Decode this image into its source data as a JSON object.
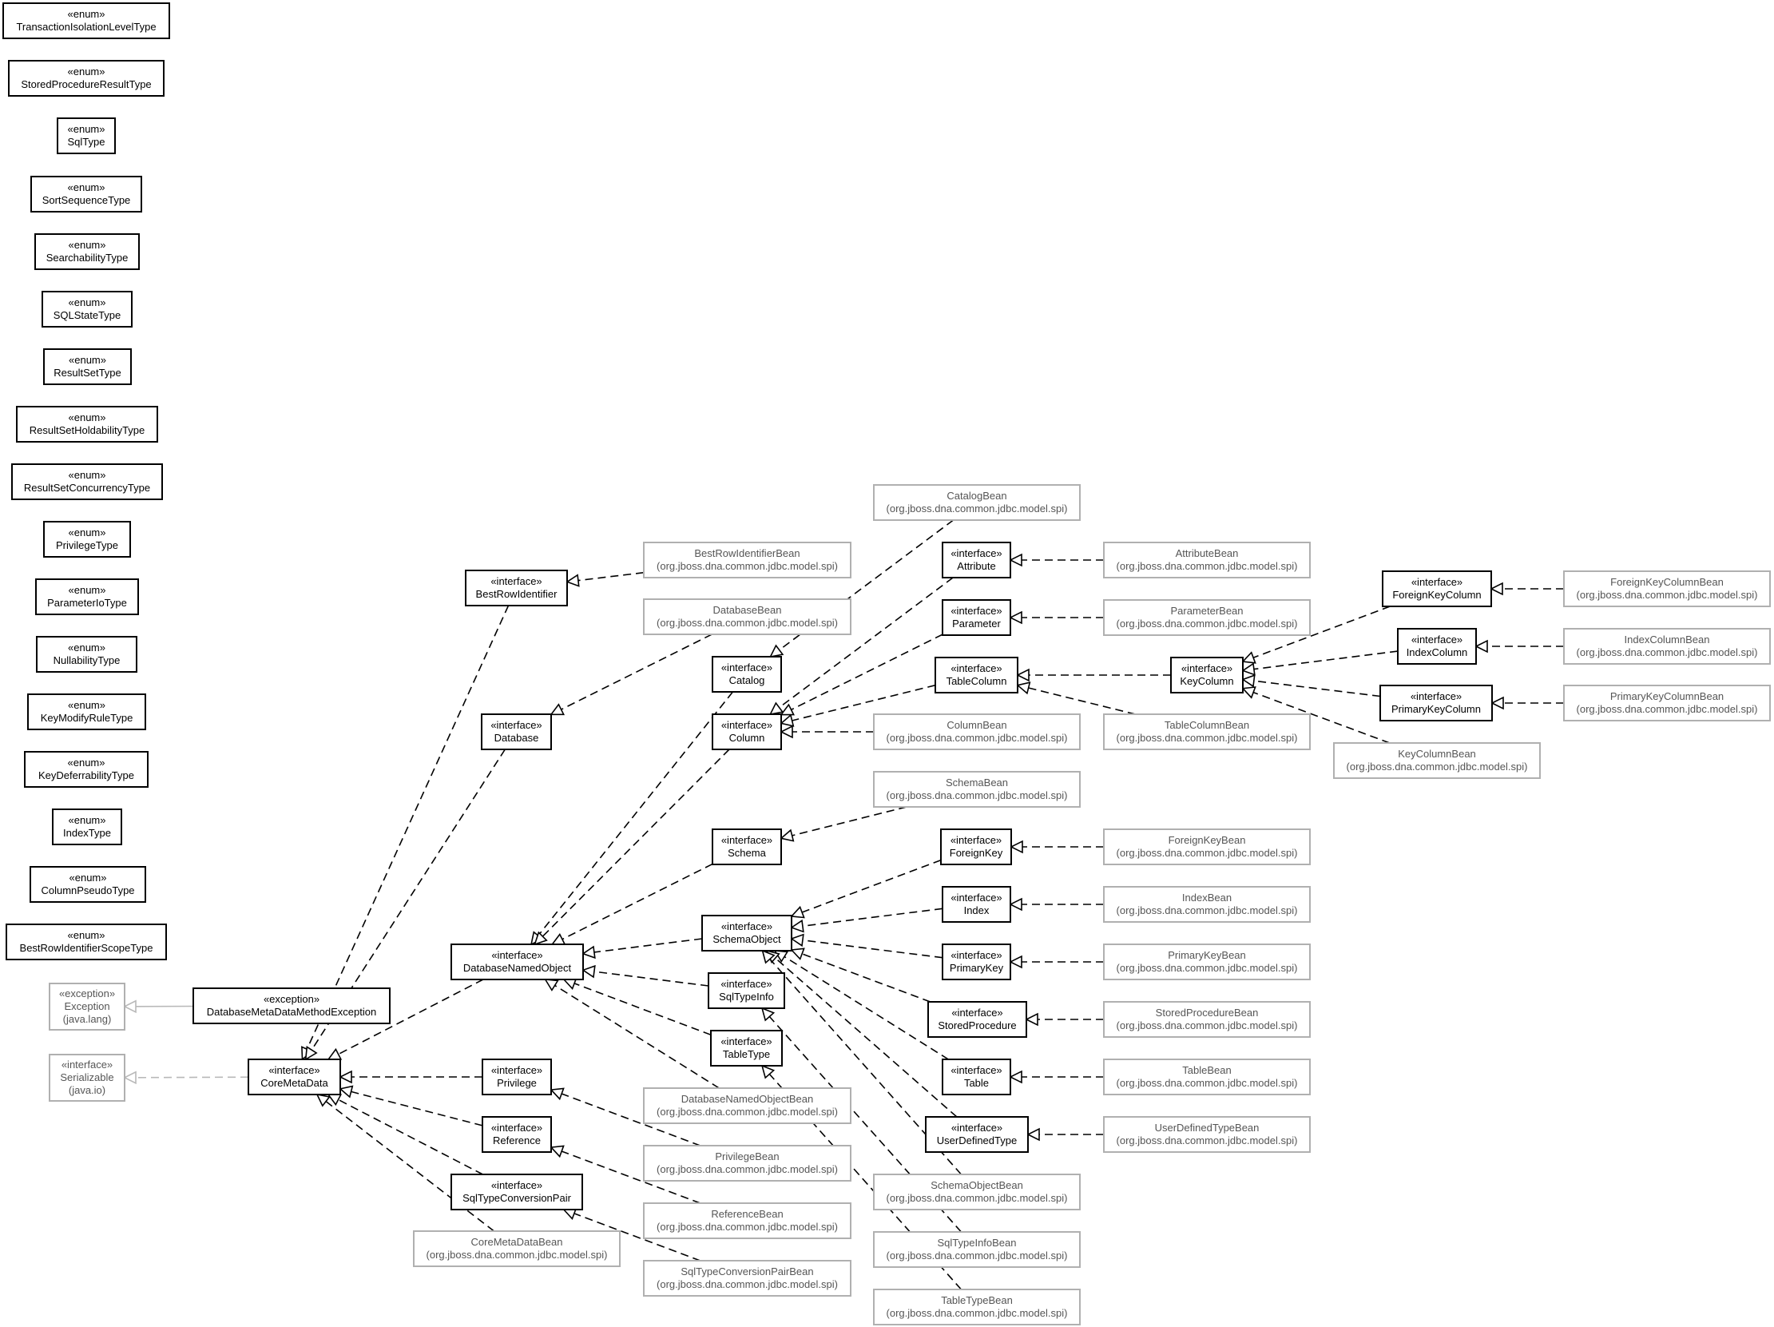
{
  "diagram": {
    "nodes": [
      {
        "id": "TransactionIsolationLevelType",
        "lines": [
          "«enum»",
          "TransactionIsolationLevelType"
        ],
        "style": "solid"
      },
      {
        "id": "StoredProcedureResultType",
        "lines": [
          "«enum»",
          "StoredProcedureResultType"
        ],
        "style": "solid"
      },
      {
        "id": "SqlType",
        "lines": [
          "«enum»",
          "SqlType"
        ],
        "style": "solid"
      },
      {
        "id": "SortSequenceType",
        "lines": [
          "«enum»",
          "SortSequenceType"
        ],
        "style": "solid"
      },
      {
        "id": "SearchabilityType",
        "lines": [
          "«enum»",
          "SearchabilityType"
        ],
        "style": "solid"
      },
      {
        "id": "SQLStateType",
        "lines": [
          "«enum»",
          "SQLStateType"
        ],
        "style": "solid"
      },
      {
        "id": "ResultSetType",
        "lines": [
          "«enum»",
          "ResultSetType"
        ],
        "style": "solid"
      },
      {
        "id": "ResultSetHoldabilityType",
        "lines": [
          "«enum»",
          "ResultSetHoldabilityType"
        ],
        "style": "solid"
      },
      {
        "id": "ResultSetConcurrencyType",
        "lines": [
          "«enum»",
          "ResultSetConcurrencyType"
        ],
        "style": "solid"
      },
      {
        "id": "PrivilegeType",
        "lines": [
          "«enum»",
          "PrivilegeType"
        ],
        "style": "solid"
      },
      {
        "id": "ParameterIoType",
        "lines": [
          "«enum»",
          "ParameterIoType"
        ],
        "style": "solid"
      },
      {
        "id": "NullabilityType",
        "lines": [
          "«enum»",
          "NullabilityType"
        ],
        "style": "solid"
      },
      {
        "id": "KeyModifyRuleType",
        "lines": [
          "«enum»",
          "KeyModifyRuleType"
        ],
        "style": "solid"
      },
      {
        "id": "KeyDeferrabilityType",
        "lines": [
          "«enum»",
          "KeyDeferrabilityType"
        ],
        "style": "solid"
      },
      {
        "id": "IndexType",
        "lines": [
          "«enum»",
          "IndexType"
        ],
        "style": "solid"
      },
      {
        "id": "ColumnPseudoType",
        "lines": [
          "«enum»",
          "ColumnPseudoType"
        ],
        "style": "solid"
      },
      {
        "id": "BestRowIdentifierScopeType",
        "lines": [
          "«enum»",
          "BestRowIdentifierScopeType"
        ],
        "style": "solid"
      },
      {
        "id": "Exception",
        "lines": [
          "«exception»",
          "Exception",
          "(java.lang)"
        ],
        "style": "external"
      },
      {
        "id": "DatabaseMetaDataMethodException",
        "lines": [
          "«exception»",
          "DatabaseMetaDataMethodException"
        ],
        "style": "solid"
      },
      {
        "id": "Serializable",
        "lines": [
          "«interface»",
          "Serializable",
          "(java.io)"
        ],
        "style": "external"
      },
      {
        "id": "CoreMetaData",
        "lines": [
          "«interface»",
          "CoreMetaData"
        ],
        "style": "solid"
      },
      {
        "id": "CoreMetaDataBean",
        "lines": [
          "CoreMetaDataBean",
          "(org.jboss.dna.common.jdbc.model.spi)"
        ],
        "style": "external"
      },
      {
        "id": "BestRowIdentifier",
        "lines": [
          "«interface»",
          "BestRowIdentifier"
        ],
        "style": "solid"
      },
      {
        "id": "Database",
        "lines": [
          "«interface»",
          "Database"
        ],
        "style": "solid"
      },
      {
        "id": "DatabaseNamedObject",
        "lines": [
          "«interface»",
          "DatabaseNamedObject"
        ],
        "style": "solid"
      },
      {
        "id": "Privilege",
        "lines": [
          "«interface»",
          "Privilege"
        ],
        "style": "solid"
      },
      {
        "id": "Reference",
        "lines": [
          "«interface»",
          "Reference"
        ],
        "style": "solid"
      },
      {
        "id": "SqlTypeConversionPair",
        "lines": [
          "«interface»",
          "SqlTypeConversionPair"
        ],
        "style": "solid"
      },
      {
        "id": "BestRowIdentifierBean",
        "lines": [
          "BestRowIdentifierBean",
          "(org.jboss.dna.common.jdbc.model.spi)"
        ],
        "style": "external"
      },
      {
        "id": "DatabaseBean",
        "lines": [
          "DatabaseBean",
          "(org.jboss.dna.common.jdbc.model.spi)"
        ],
        "style": "external"
      },
      {
        "id": "DatabaseNamedObjectBean",
        "lines": [
          "DatabaseNamedObjectBean",
          "(org.jboss.dna.common.jdbc.model.spi)"
        ],
        "style": "external"
      },
      {
        "id": "PrivilegeBean",
        "lines": [
          "PrivilegeBean",
          "(org.jboss.dna.common.jdbc.model.spi)"
        ],
        "style": "external"
      },
      {
        "id": "ReferenceBean",
        "lines": [
          "ReferenceBean",
          "(org.jboss.dna.common.jdbc.model.spi)"
        ],
        "style": "external"
      },
      {
        "id": "SqlTypeConversionPairBean",
        "lines": [
          "SqlTypeConversionPairBean",
          "(org.jboss.dna.common.jdbc.model.spi)"
        ],
        "style": "external"
      },
      {
        "id": "Catalog",
        "lines": [
          "«interface»",
          "Catalog"
        ],
        "style": "solid"
      },
      {
        "id": "Column",
        "lines": [
          "«interface»",
          "Column"
        ],
        "style": "solid"
      },
      {
        "id": "Schema",
        "lines": [
          "«interface»",
          "Schema"
        ],
        "style": "solid"
      },
      {
        "id": "SchemaObject",
        "lines": [
          "«interface»",
          "SchemaObject"
        ],
        "style": "solid"
      },
      {
        "id": "SqlTypeInfo",
        "lines": [
          "«interface»",
          "SqlTypeInfo"
        ],
        "style": "solid"
      },
      {
        "id": "TableType",
        "lines": [
          "«interface»",
          "TableType"
        ],
        "style": "solid"
      },
      {
        "id": "CatalogBean",
        "lines": [
          "CatalogBean",
          "(org.jboss.dna.common.jdbc.model.spi)"
        ],
        "style": "external"
      },
      {
        "id": "ColumnBean",
        "lines": [
          "ColumnBean",
          "(org.jboss.dna.common.jdbc.model.spi)"
        ],
        "style": "external"
      },
      {
        "id": "SchemaBean",
        "lines": [
          "SchemaBean",
          "(org.jboss.dna.common.jdbc.model.spi)"
        ],
        "style": "external"
      },
      {
        "id": "SchemaObjectBean",
        "lines": [
          "SchemaObjectBean",
          "(org.jboss.dna.common.jdbc.model.spi)"
        ],
        "style": "external"
      },
      {
        "id": "SqlTypeInfoBean",
        "lines": [
          "SqlTypeInfoBean",
          "(org.jboss.dna.common.jdbc.model.spi)"
        ],
        "style": "external"
      },
      {
        "id": "TableTypeBean",
        "lines": [
          "TableTypeBean",
          "(org.jboss.dna.common.jdbc.model.spi)"
        ],
        "style": "external"
      },
      {
        "id": "Attribute",
        "lines": [
          "«interface»",
          "Attribute"
        ],
        "style": "solid"
      },
      {
        "id": "Parameter",
        "lines": [
          "«interface»",
          "Parameter"
        ],
        "style": "solid"
      },
      {
        "id": "TableColumn",
        "lines": [
          "«interface»",
          "TableColumn"
        ],
        "style": "solid"
      },
      {
        "id": "ForeignKey",
        "lines": [
          "«interface»",
          "ForeignKey"
        ],
        "style": "solid"
      },
      {
        "id": "Index",
        "lines": [
          "«interface»",
          "Index"
        ],
        "style": "solid"
      },
      {
        "id": "PrimaryKey",
        "lines": [
          "«interface»",
          "PrimaryKey"
        ],
        "style": "solid"
      },
      {
        "id": "StoredProcedure",
        "lines": [
          "«interface»",
          "StoredProcedure"
        ],
        "style": "solid"
      },
      {
        "id": "Table",
        "lines": [
          "«interface»",
          "Table"
        ],
        "style": "solid"
      },
      {
        "id": "UserDefinedType",
        "lines": [
          "«interface»",
          "UserDefinedType"
        ],
        "style": "solid"
      },
      {
        "id": "AttributeBean",
        "lines": [
          "AttributeBean",
          "(org.jboss.dna.common.jdbc.model.spi)"
        ],
        "style": "external"
      },
      {
        "id": "ParameterBean",
        "lines": [
          "ParameterBean",
          "(org.jboss.dna.common.jdbc.model.spi)"
        ],
        "style": "external"
      },
      {
        "id": "TableColumnBean",
        "lines": [
          "TableColumnBean",
          "(org.jboss.dna.common.jdbc.model.spi)"
        ],
        "style": "external"
      },
      {
        "id": "ForeignKeyBean",
        "lines": [
          "ForeignKeyBean",
          "(org.jboss.dna.common.jdbc.model.spi)"
        ],
        "style": "external"
      },
      {
        "id": "IndexBean",
        "lines": [
          "IndexBean",
          "(org.jboss.dna.common.jdbc.model.spi)"
        ],
        "style": "external"
      },
      {
        "id": "PrimaryKeyBean",
        "lines": [
          "PrimaryKeyBean",
          "(org.jboss.dna.common.jdbc.model.spi)"
        ],
        "style": "external"
      },
      {
        "id": "StoredProcedureBean",
        "lines": [
          "StoredProcedureBean",
          "(org.jboss.dna.common.jdbc.model.spi)"
        ],
        "style": "external"
      },
      {
        "id": "TableBean",
        "lines": [
          "TableBean",
          "(org.jboss.dna.common.jdbc.model.spi)"
        ],
        "style": "external"
      },
      {
        "id": "UserDefinedTypeBean",
        "lines": [
          "UserDefinedTypeBean",
          "(org.jboss.dna.common.jdbc.model.spi)"
        ],
        "style": "external"
      },
      {
        "id": "KeyColumn",
        "lines": [
          "«interface»",
          "KeyColumn"
        ],
        "style": "solid"
      },
      {
        "id": "ForeignKeyColumn",
        "lines": [
          "«interface»",
          "ForeignKeyColumn"
        ],
        "style": "solid"
      },
      {
        "id": "IndexColumn",
        "lines": [
          "«interface»",
          "IndexColumn"
        ],
        "style": "solid"
      },
      {
        "id": "PrimaryKeyColumn",
        "lines": [
          "«interface»",
          "PrimaryKeyColumn"
        ],
        "style": "solid"
      },
      {
        "id": "KeyColumnBean",
        "lines": [
          "KeyColumnBean",
          "(org.jboss.dna.common.jdbc.model.spi)"
        ],
        "style": "external"
      },
      {
        "id": "ForeignKeyColumnBean",
        "lines": [
          "ForeignKeyColumnBean",
          "(org.jboss.dna.common.jdbc.model.spi)"
        ],
        "style": "external"
      },
      {
        "id": "IndexColumnBean",
        "lines": [
          "IndexColumnBean",
          "(org.jboss.dna.common.jdbc.model.spi)"
        ],
        "style": "external"
      },
      {
        "id": "PrimaryKeyColumnBean",
        "lines": [
          "PrimaryKeyColumnBean",
          "(org.jboss.dna.common.jdbc.model.spi)"
        ],
        "style": "external"
      }
    ],
    "edges": [
      {
        "from": "DatabaseMetaDataMethodException",
        "to": "Exception",
        "kind": "extends"
      },
      {
        "from": "CoreMetaData",
        "to": "Serializable",
        "kind": "implements-external"
      },
      {
        "from": "CoreMetaDataBean",
        "to": "CoreMetaData",
        "kind": "implements"
      },
      {
        "from": "BestRowIdentifier",
        "to": "CoreMetaData",
        "kind": "implements"
      },
      {
        "from": "Database",
        "to": "CoreMetaData",
        "kind": "implements"
      },
      {
        "from": "DatabaseNamedObject",
        "to": "CoreMetaData",
        "kind": "implements"
      },
      {
        "from": "Privilege",
        "to": "CoreMetaData",
        "kind": "implements"
      },
      {
        "from": "Reference",
        "to": "CoreMetaData",
        "kind": "implements"
      },
      {
        "from": "SqlTypeConversionPair",
        "to": "CoreMetaData",
        "kind": "implements"
      },
      {
        "from": "BestRowIdentifierBean",
        "to": "BestRowIdentifier",
        "kind": "implements"
      },
      {
        "from": "DatabaseBean",
        "to": "Database",
        "kind": "implements"
      },
      {
        "from": "Catalog",
        "to": "DatabaseNamedObject",
        "kind": "implements"
      },
      {
        "from": "Column",
        "to": "DatabaseNamedObject",
        "kind": "implements"
      },
      {
        "from": "Schema",
        "to": "DatabaseNamedObject",
        "kind": "implements"
      },
      {
        "from": "SchemaObject",
        "to": "DatabaseNamedObject",
        "kind": "implements"
      },
      {
        "from": "SqlTypeInfo",
        "to": "DatabaseNamedObject",
        "kind": "implements"
      },
      {
        "from": "TableType",
        "to": "DatabaseNamedObject",
        "kind": "implements"
      },
      {
        "from": "DatabaseNamedObjectBean",
        "to": "DatabaseNamedObject",
        "kind": "implements"
      },
      {
        "from": "PrivilegeBean",
        "to": "Privilege",
        "kind": "implements"
      },
      {
        "from": "ReferenceBean",
        "to": "Reference",
        "kind": "implements"
      },
      {
        "from": "SqlTypeConversionPairBean",
        "to": "SqlTypeConversionPair",
        "kind": "implements"
      },
      {
        "from": "CatalogBean",
        "to": "Catalog",
        "kind": "implements"
      },
      {
        "from": "Attribute",
        "to": "Column",
        "kind": "implements"
      },
      {
        "from": "Parameter",
        "to": "Column",
        "kind": "implements"
      },
      {
        "from": "TableColumn",
        "to": "Column",
        "kind": "implements"
      },
      {
        "from": "ColumnBean",
        "to": "Column",
        "kind": "implements"
      },
      {
        "from": "SchemaBean",
        "to": "Schema",
        "kind": "implements"
      },
      {
        "from": "ForeignKey",
        "to": "SchemaObject",
        "kind": "implements"
      },
      {
        "from": "Index",
        "to": "SchemaObject",
        "kind": "implements"
      },
      {
        "from": "PrimaryKey",
        "to": "SchemaObject",
        "kind": "implements"
      },
      {
        "from": "StoredProcedure",
        "to": "SchemaObject",
        "kind": "implements"
      },
      {
        "from": "Table",
        "to": "SchemaObject",
        "kind": "implements"
      },
      {
        "from": "UserDefinedType",
        "to": "SchemaObject",
        "kind": "implements"
      },
      {
        "from": "SchemaObjectBean",
        "to": "SchemaObject",
        "kind": "implements"
      },
      {
        "from": "SqlTypeInfoBean",
        "to": "SqlTypeInfo",
        "kind": "implements"
      },
      {
        "from": "TableTypeBean",
        "to": "TableType",
        "kind": "implements"
      },
      {
        "from": "AttributeBean",
        "to": "Attribute",
        "kind": "implements"
      },
      {
        "from": "ParameterBean",
        "to": "Parameter",
        "kind": "implements"
      },
      {
        "from": "KeyColumn",
        "to": "TableColumn",
        "kind": "implements"
      },
      {
        "from": "TableColumnBean",
        "to": "TableColumn",
        "kind": "implements"
      },
      {
        "from": "ForeignKeyBean",
        "to": "ForeignKey",
        "kind": "implements"
      },
      {
        "from": "IndexBean",
        "to": "Index",
        "kind": "implements"
      },
      {
        "from": "PrimaryKeyBean",
        "to": "PrimaryKey",
        "kind": "implements"
      },
      {
        "from": "StoredProcedureBean",
        "to": "StoredProcedure",
        "kind": "implements"
      },
      {
        "from": "TableBean",
        "to": "Table",
        "kind": "implements"
      },
      {
        "from": "UserDefinedTypeBean",
        "to": "UserDefinedType",
        "kind": "implements"
      },
      {
        "from": "ForeignKeyColumn",
        "to": "KeyColumn",
        "kind": "implements"
      },
      {
        "from": "IndexColumn",
        "to": "KeyColumn",
        "kind": "implements"
      },
      {
        "from": "PrimaryKeyColumn",
        "to": "KeyColumn",
        "kind": "implements"
      },
      {
        "from": "KeyColumnBean",
        "to": "KeyColumn",
        "kind": "implements"
      },
      {
        "from": "ForeignKeyColumnBean",
        "to": "ForeignKeyColumn",
        "kind": "implements"
      },
      {
        "from": "IndexColumnBean",
        "to": "IndexColumn",
        "kind": "implements"
      },
      {
        "from": "PrimaryKeyColumnBean",
        "to": "PrimaryKeyColumn",
        "kind": "implements"
      }
    ]
  }
}
